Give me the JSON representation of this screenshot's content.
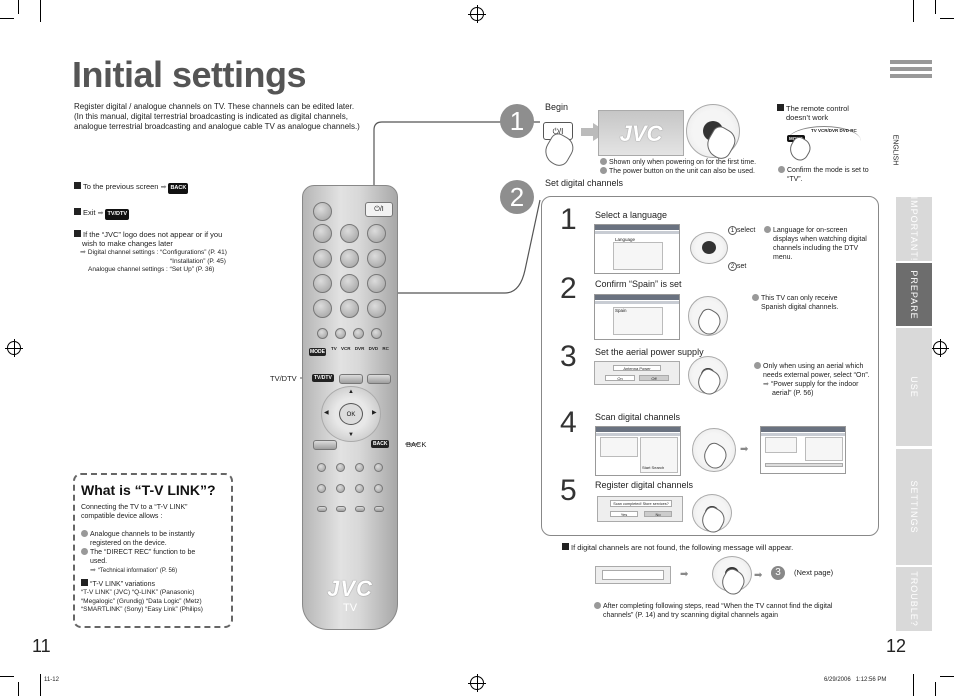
{
  "title": "Initial settings",
  "intro": [
    "Register digital / analogue channels on TV. These channels can be edited later.",
    "(In this manual, digital terrestrial broadcasting is indicated as digital channels,",
    "analogue terrestrial broadcasting and analogue cable TV as analogue channels.)"
  ],
  "left_notes": {
    "prev_screen": "To the previous screen",
    "back_key": "BACK",
    "exit": "Exit",
    "tvdtv_key": "TV/DTV",
    "jvc_logo_1": "If the “JVC” logo does not appear or if you",
    "jvc_logo_2": "wish to make changes later",
    "ref_1": "Digital channel settings : “Configurations” (P. 41)",
    "ref_2": "“Installation” (P. 45)",
    "ref_3": "Analogue channel settings : “Set Up” (P. 36)"
  },
  "tvlink": {
    "heading": "What is “T-V LINK”?",
    "line1": "Connecting the TV to a “T-V LINK”",
    "line2": "compatible device allows :",
    "b1a": "Analogue channels to be instantly",
    "b1b": "registered on the device.",
    "b2a": "The “DIRECT REC” function to be",
    "b2b": "used.",
    "b2ref": "“Technical information” (P. 56)",
    "var": "“T-V LINK” variations",
    "v1": "“T-V LINK” (JVC) “Q-LINK” (Panasonic)",
    "v2": "“Megalogic” (Grundig) “Data Logic” (Metz)",
    "v3": "“SMARTLINK” (Sony) “Easy Link” (Philips)"
  },
  "remote": {
    "brand": "JVC",
    "tv": "TV",
    "power": "⏻/I",
    "ok": "OK",
    "back": "BACK",
    "tvdtv": "TV/DTV",
    "mode": "MODE",
    "modes": [
      "TV",
      "VCR",
      "DVR",
      "DVD",
      "RC"
    ],
    "label_tvdtv": "TV/DTV",
    "label_back": "BACK"
  },
  "step1": {
    "num": "1",
    "begin": "Begin",
    "power": "⏻/I",
    "brand": "JVC",
    "note1": "Shown only when powering on for the first time.",
    "note2": "The power button on the unit can also be used.",
    "rc_head_1": "The remote control",
    "rc_head_2": "doesn’t work",
    "rc_note_1": "Confirm the mode is set to",
    "rc_note_2": "“TV”.",
    "mode": "MODE",
    "modes": "TV VCR/DVR DVD RC"
  },
  "step2": {
    "num": "2",
    "heading": "Set digital channels",
    "sub": [
      {
        "num": "1",
        "title": "Select a language",
        "select": "select",
        "set": "set",
        "sel_num": "1",
        "set_num": "2",
        "note": [
          "Language for on-screen",
          "displays when watching digital",
          "channels including the DTV",
          "menu."
        ],
        "screen": [
          "Language"
        ]
      },
      {
        "num": "2",
        "title": "Confirm “Spain” is set",
        "note": [
          "This TV can only receive",
          "Spanish digital channels."
        ],
        "screen": [
          "Spain"
        ]
      },
      {
        "num": "3",
        "title": "Set the aerial power supply",
        "note": [
          "Only when using an aerial which",
          "needs external power, select “On”.",
          "“Power supply for the indoor",
          "aerial” (P. 56)"
        ],
        "screen": [
          "Antenna Power",
          "On",
          "Off"
        ]
      },
      {
        "num": "4",
        "title": "Scan digital channels",
        "screen": [
          "Start Search"
        ]
      },
      {
        "num": "5",
        "title": "Register digital channels",
        "screen": [
          "Scan completed! Store services?",
          "Yes",
          "No"
        ]
      }
    ],
    "notfound": "If digital channels are not found, the following message will appear.",
    "next_num": "3",
    "next": "(Next page)",
    "after_1": "After completing following steps, read “When the TV cannot find the digital",
    "after_2": "channels” (P. 14) and try scanning digital channels again"
  },
  "side": {
    "english": "ENGLISH",
    "tabs": [
      "IMPORTANT!",
      "PREPARE",
      "USE",
      "SETTINGS",
      "TROUBLE?"
    ],
    "active": "PREPARE"
  },
  "footer": {
    "left_page": "11",
    "right_page": "12",
    "code": "11-12",
    "date": "6/29/2006   1:12:56 PM"
  }
}
